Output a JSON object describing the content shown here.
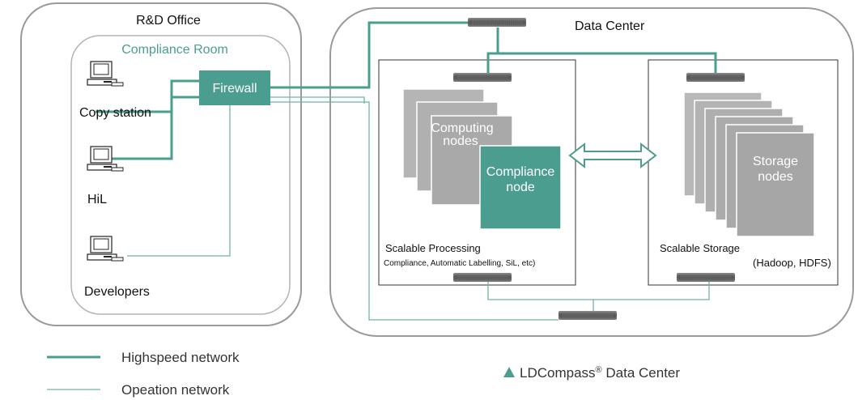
{
  "rd_office": {
    "title": "R&D Office",
    "compliance_room": "Compliance Room",
    "firewall": "Firewall",
    "copy_station": "Copy station",
    "hil": "HiL",
    "developers": "Developers"
  },
  "data_center": {
    "title": "Data Center",
    "computing_nodes_line1": "Computing",
    "computing_nodes_line2": "nodes",
    "compliance_node_line1": "Compliance",
    "compliance_node_line2": "node",
    "storage_nodes_line1": "Storage",
    "storage_nodes_line2": "nodes",
    "scalable_processing": "Scalable Processing",
    "processing_detail": "Compliance, Automatic Labelling, SiL, etc)",
    "scalable_storage": "Scalable Storage",
    "storage_detail": "(Hadoop, HDFS)"
  },
  "legend": {
    "highspeed": "Highspeed network",
    "operation": "Opeation network"
  },
  "caption": {
    "brand": "LDCompass",
    "suffix": " Data Center",
    "registered": "®"
  },
  "colors": {
    "teal": "#4b9e8f",
    "gray_node": "#a9a9a9",
    "border": "#9a9a9a"
  }
}
